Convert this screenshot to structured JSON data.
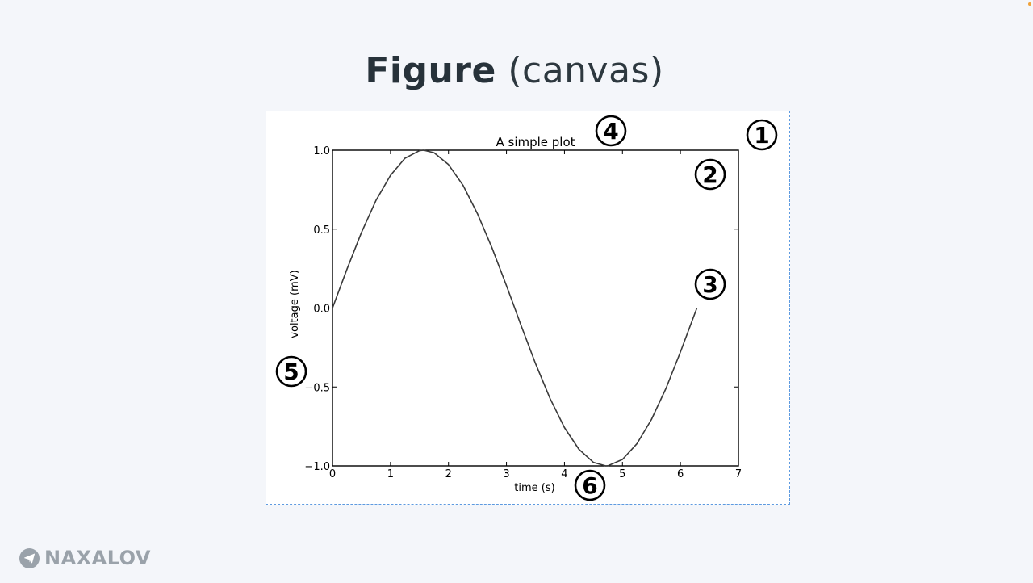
{
  "slide": {
    "title_bold": "Figure",
    "title_light": " (canvas)"
  },
  "brand": {
    "name": "NAXALOV",
    "icon": "paper-plane-icon"
  },
  "callouts": [
    "1",
    "2",
    "3",
    "4",
    "5",
    "6"
  ],
  "chart_data": {
    "type": "line",
    "title": "A simple plot",
    "xlabel": "time (s)",
    "ylabel": "voltage (mV)",
    "xlim": [
      0,
      7
    ],
    "ylim": [
      -1.0,
      1.0
    ],
    "xticks": [
      "0",
      "1",
      "2",
      "3",
      "4",
      "5",
      "6",
      "7"
    ],
    "yticks": [
      "1.0",
      "0.5",
      "0.0",
      "−0.5",
      "−1.0"
    ],
    "grid": false,
    "line_color": "#3a3a3a",
    "series": [
      {
        "x": [
          0,
          0.25,
          0.5,
          0.75,
          1.0,
          1.25,
          1.5,
          1.571,
          1.75,
          2.0,
          2.25,
          2.5,
          2.75,
          3.0,
          3.142,
          3.25,
          3.5,
          3.75,
          4.0,
          4.25,
          4.5,
          4.712,
          4.75,
          5.0,
          5.25,
          5.5,
          5.75,
          6.0,
          6.283
        ],
        "y": [
          0,
          0.247,
          0.479,
          0.682,
          0.841,
          0.949,
          0.997,
          1.0,
          0.984,
          0.909,
          0.778,
          0.598,
          0.382,
          0.141,
          0.0,
          -0.108,
          -0.351,
          -0.572,
          -0.757,
          -0.895,
          -0.978,
          -1.0,
          -0.999,
          -0.959,
          -0.859,
          -0.706,
          -0.509,
          -0.279,
          0.0
        ]
      }
    ]
  }
}
